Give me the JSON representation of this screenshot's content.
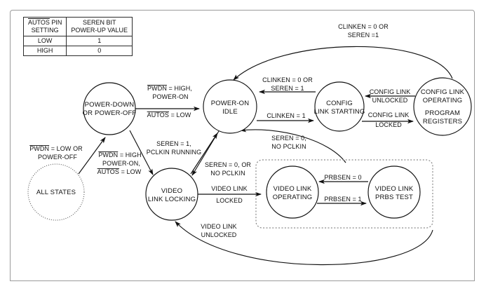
{
  "diagram": {
    "title": "Device state machine diagram",
    "frame_color": "#9b9b9b",
    "line_color": "#111111"
  },
  "table": {
    "name": "autos-pin-table",
    "headers": [
      {
        "over": "AUTOS",
        "rest": " PIN",
        "line2": "SETTING"
      },
      {
        "line1": "SEREN BIT",
        "line2": "POWER-UP VALUE"
      }
    ],
    "rows": [
      {
        "setting": "LOW",
        "value": "1"
      },
      {
        "setting": "HIGH",
        "value": "0"
      }
    ]
  },
  "nodes": {
    "all_states": {
      "label": "ALL STATES",
      "style": "dotted"
    },
    "power_down": {
      "line1": "POWER-DOWN",
      "line2": "OR POWER-OFF"
    },
    "power_on_idle": {
      "line1": "POWER-ON",
      "line2": "IDLE"
    },
    "config_link_starting": {
      "line1": "CONFIG",
      "line2": "LINK STARTING"
    },
    "config_link_operating": {
      "line1": "CONFIG LINK",
      "line2": "OPERATING",
      "line3": "PROGRAM",
      "line4": "REGISTERS"
    },
    "video_link_locking": {
      "line1": "VIDEO",
      "line2": "LINK LOCKING"
    },
    "video_link_operating": {
      "line1": "VIDEO LINK",
      "line2": "OPERATING"
    },
    "video_link_prbs": {
      "line1": "VIDEO LINK",
      "line2": "PRBS TEST"
    }
  },
  "edges": {
    "all_to_pd": {
      "over1": "PWDN",
      "rest1": " = LOW OR",
      "line2": "POWER-OFF"
    },
    "all_to_vll": {
      "over1": "PWDN",
      "rest1": " = HIGH",
      "line2": "POWER-ON,",
      "over3": "AUTOS",
      "rest3": " = LOW"
    },
    "pd_to_poi": {
      "over1": "PWDN",
      "rest1": " = HIGH,",
      "line2": "POWER-ON",
      "over3": "AUTOS",
      "rest3": " = LOW"
    },
    "pd_to_vll": {
      "line1": "SEREN = 1,",
      "line2": "PCLKIN RUNNING"
    },
    "poi_to_vll": {
      "line1": "SEREN = 0, OR",
      "line2": "NO PCLKIN"
    },
    "vll_to_poi": {
      "line1": "SEREN = 0,",
      "line2": "NO PCLKIN"
    },
    "vll_to_vlo": {
      "line1": "VIDEO LINK",
      "line2": "LOCKED"
    },
    "vbox_to_vll": {
      "line1": "VIDEO LINK",
      "line2": "UNLOCKED"
    },
    "poi_to_cls": {
      "line1": "CLINKEN = 1"
    },
    "cls_to_poi": {
      "line1": "CLINKEN = 0 OR",
      "line2": "SEREN = 1"
    },
    "clo_to_poi": {
      "line1": "CLINKEN = 0 OR",
      "line2": "SEREN =1"
    },
    "clo_to_cls": {
      "line1": "CONFIG LINK",
      "line2": "UNLOCKED"
    },
    "cls_to_clo": {
      "line1": "CONFIG LINK",
      "line2": "LOCKED"
    },
    "vlo_to_prbs": {
      "line1": "PRBSEN = 1"
    },
    "prbs_to_vlo": {
      "line1": "PRBSEN = 0"
    }
  }
}
